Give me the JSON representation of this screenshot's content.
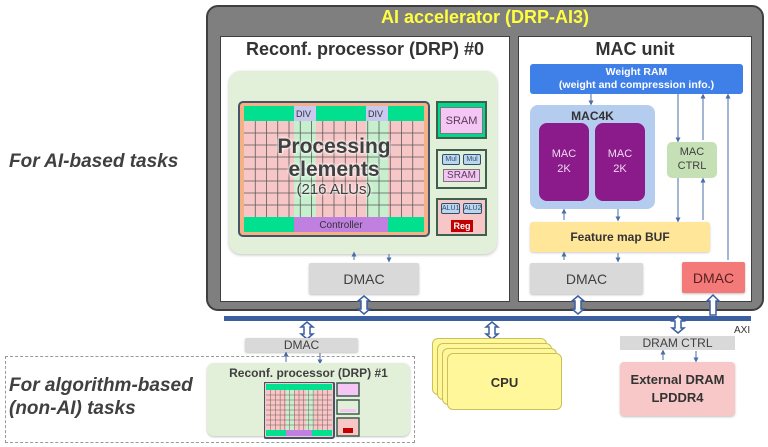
{
  "labels": {
    "ai_tasks": "For AI-based tasks",
    "algo_tasks_line1": "For algorithm-based",
    "algo_tasks_line2": "(non-AI) tasks"
  },
  "accelerator": {
    "title": "AI accelerator (DRP-AI3)",
    "title_color": "#ffff40"
  },
  "drp0": {
    "title": "Reconf. processor (DRP) #0",
    "pe_line1": "Processing",
    "pe_line2": "elements",
    "pe_line3": "(216 ALUs)",
    "div_label": "DIV",
    "controller_label": "Controller",
    "sram_label": "SRAM",
    "mul_label": "Mul",
    "alu1_label": "ALU1",
    "alu2_label": "ALU2",
    "reg_label": "Reg",
    "dmac_label": "DMAC"
  },
  "mac_unit": {
    "title": "MAC unit",
    "weight_ram_line1": "Weight RAM",
    "weight_ram_line2": "(weight and compression info.)",
    "mac4k_label": "MAC4K",
    "mac2k_line1": "MAC",
    "mac2k_line2": "2K",
    "mac_ctrl_line1": "MAC",
    "mac_ctrl_line2": "CTRL",
    "feature_map_label": "Feature map BUF",
    "dmac_label": "DMAC",
    "dmac_red_label": "DMAC"
  },
  "bus": {
    "label": "AXI",
    "color": "#3c5fa0"
  },
  "drp1": {
    "dmac_label": "DMAC",
    "title": "Reconf. processor  (DRP) #1"
  },
  "cpu": {
    "label": "CPU"
  },
  "dram": {
    "ctrl_label": "DRAM CTRL",
    "line1": "External DRAM",
    "line2": "LPDDR4"
  }
}
